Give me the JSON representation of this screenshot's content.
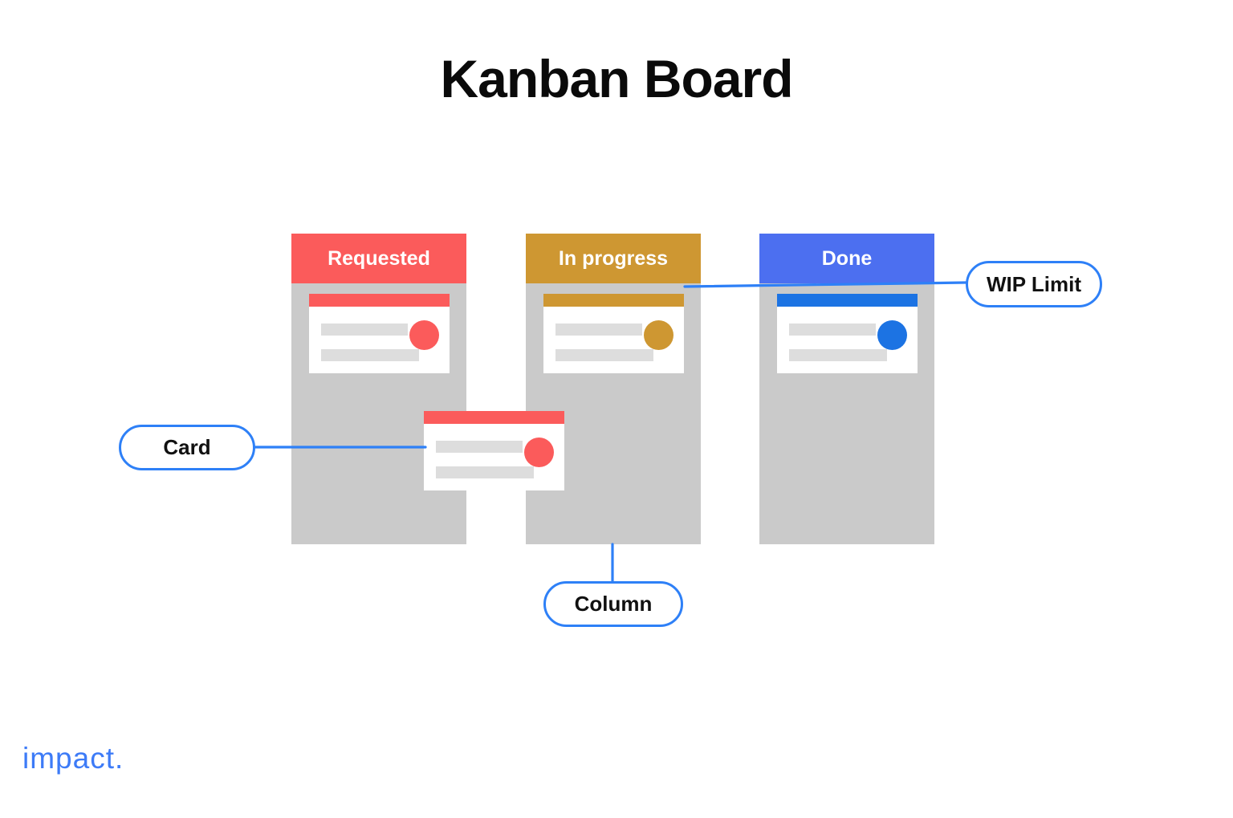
{
  "title": "Kanban Board",
  "columns": [
    {
      "label": "Requested",
      "header_color": "#FB5B5B",
      "card_color": "#FB5B5B"
    },
    {
      "label": "In progress",
      "header_color": "#CE9732",
      "card_color": "#CE9732"
    },
    {
      "label": "Done",
      "header_color": "#4C6FF0",
      "card_color": "#1C73E3"
    }
  ],
  "floating_card": {
    "color": "#FB5B5B"
  },
  "callouts": {
    "card": "Card",
    "wip_limit": "WIP Limit",
    "column": "Column"
  },
  "logo": "impact.",
  "colors": {
    "column_body_gray": "#CACACA",
    "placeholder_bar_gray": "#DDDDDD",
    "accent_blue": "#2E80F7",
    "logo_blue": "#3D7BF7"
  }
}
